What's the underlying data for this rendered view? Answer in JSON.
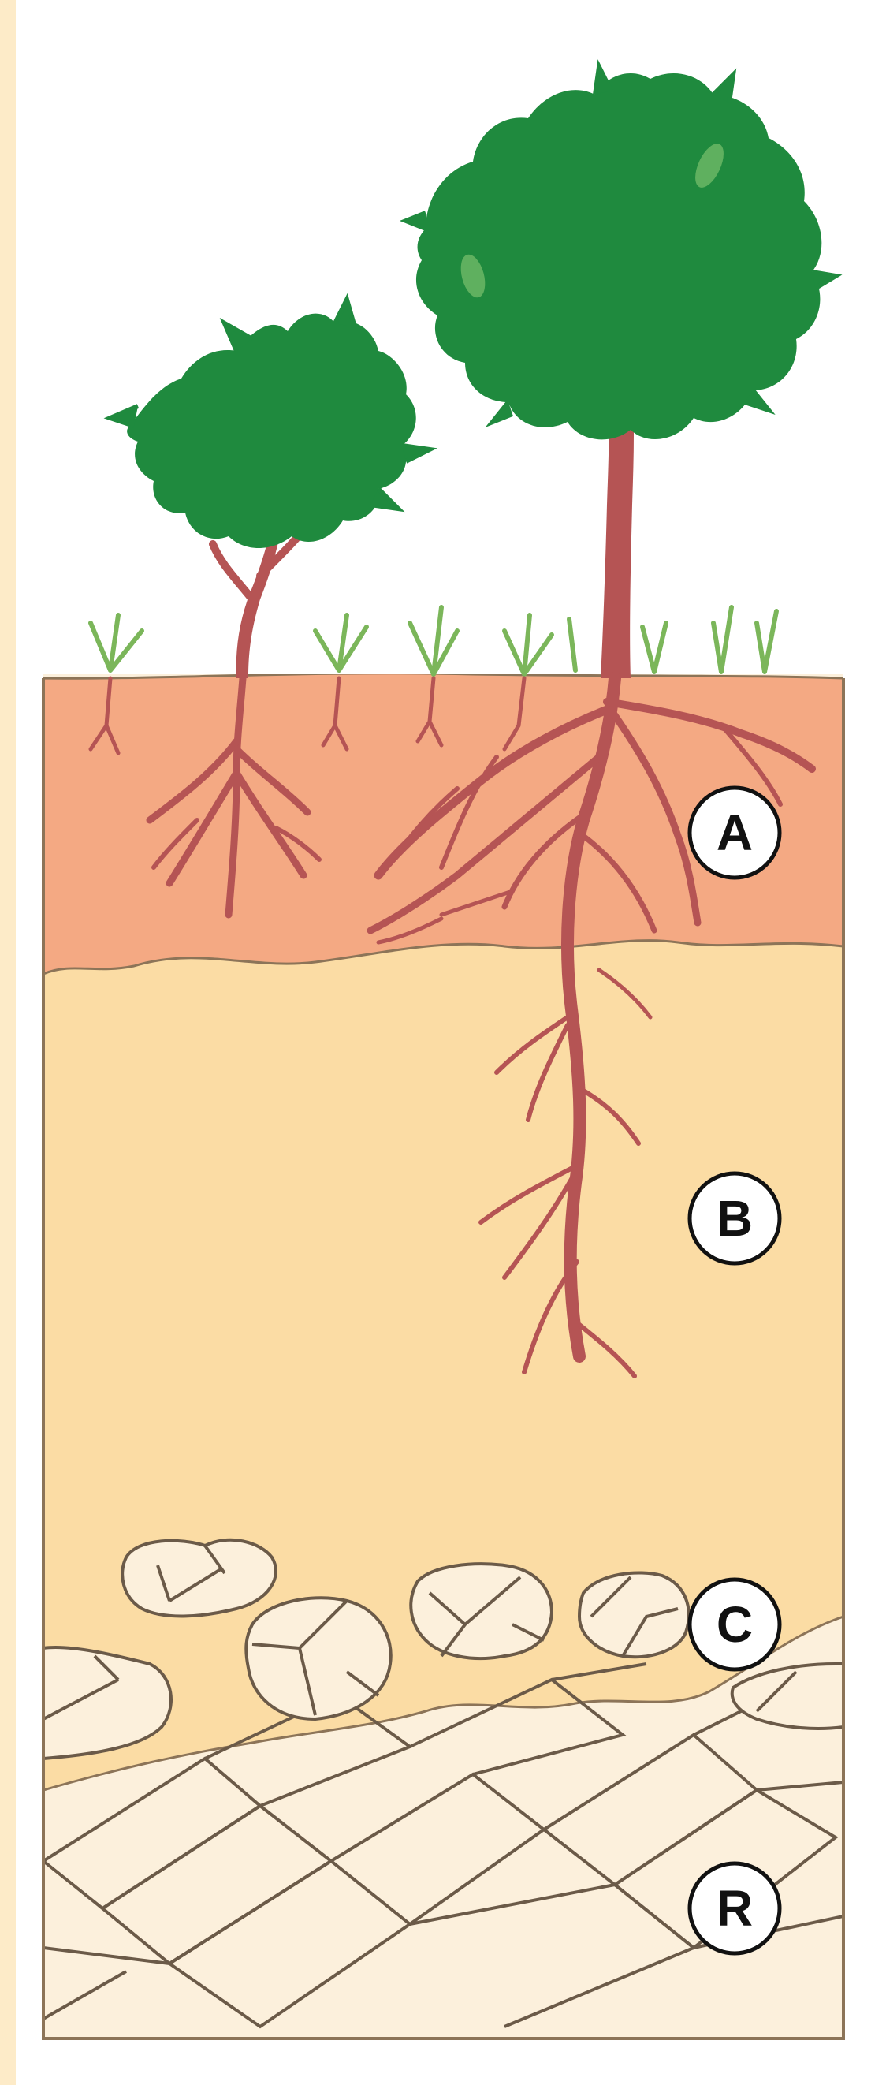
{
  "horizons": [
    {
      "id": "A",
      "label": "A"
    },
    {
      "id": "B",
      "label": "B"
    },
    {
      "id": "C",
      "label": "C"
    },
    {
      "id": "R",
      "label": "R"
    }
  ],
  "colors": {
    "sidebar": "#fdebc8",
    "horizon_a": "#f4a983",
    "horizon_b": "#fbdca4",
    "horizon_c_fill": "#fbdca4",
    "bedrock": "#fcf0dc",
    "rock_outline": "#8c7458",
    "tree_foliage": "#1f8a3e",
    "trunk_root": "#b55454",
    "grass": "#7bb65a",
    "frame": "#8c7458"
  }
}
